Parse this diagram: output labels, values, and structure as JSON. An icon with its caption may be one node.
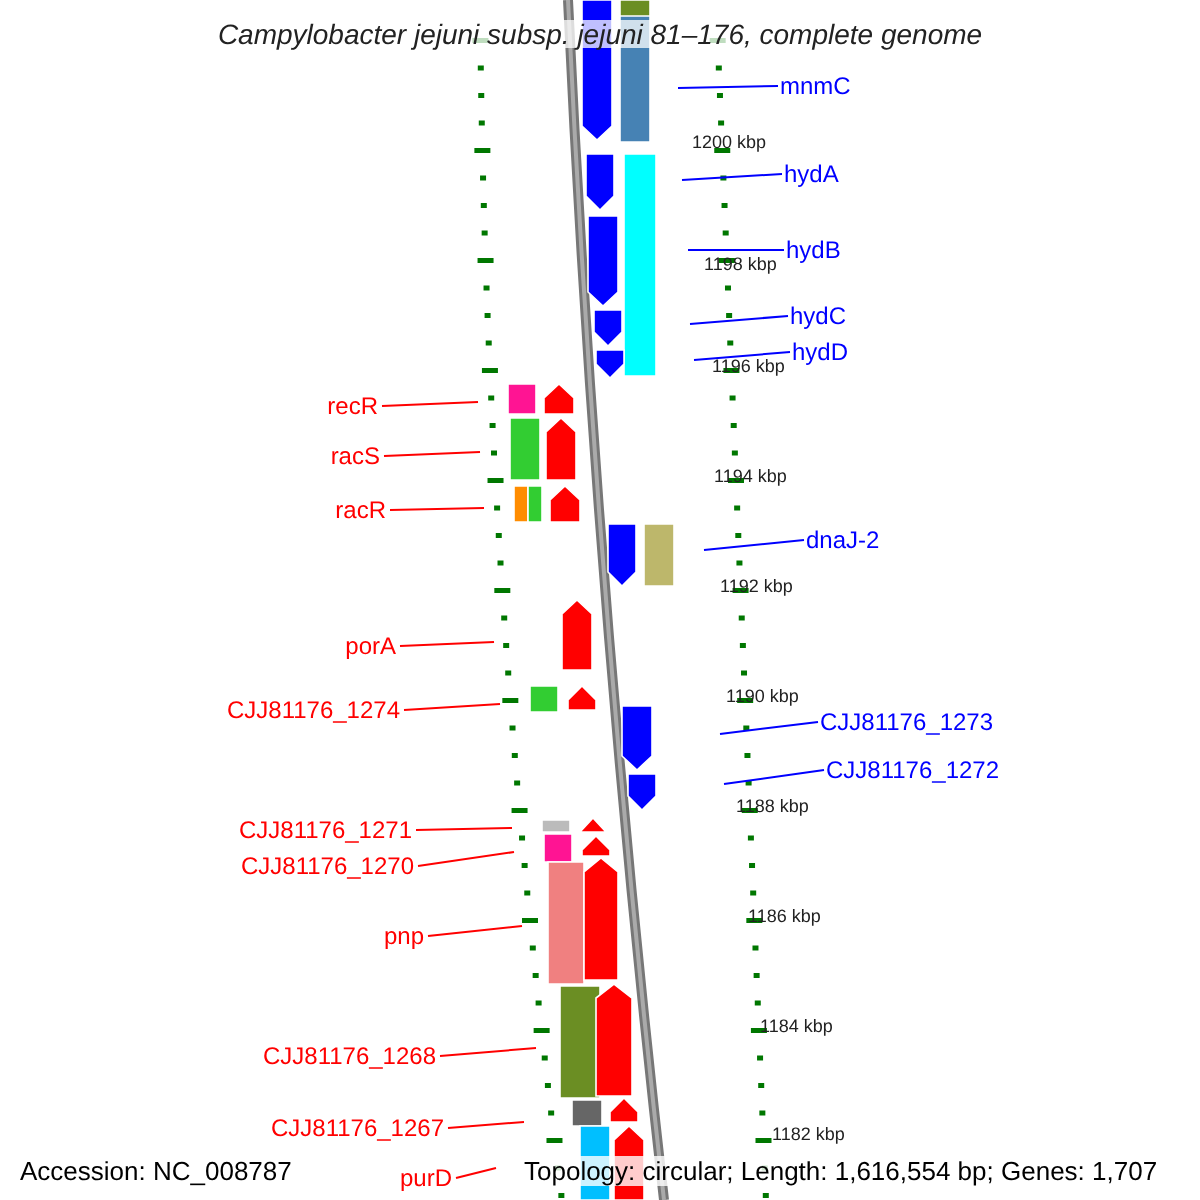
{
  "diagram": {
    "title": "Campylobacter jejuni subsp. jejuni 81–176, complete genome",
    "nodes": [
      {
        "text": [
          "mnmC"
        ]
      },
      {
        "text": [
          "hydA"
        ]
      },
      {
        "text": [
          "hydB"
        ]
      },
      {
        "text": [
          "hydC"
        ]
      },
      {
        "text": [
          "hydD"
        ]
      },
      {
        "text": [
          "recR"
        ]
      },
      {
        "text": [
          "racS"
        ]
      },
      {
        "text": [
          "racR"
        ]
      },
      {
        "text": [
          "dnaJ-2"
        ]
      },
      {
        "text": [
          "porA"
        ]
      },
      {
        "text": [
          "CJJ81176_1274"
        ]
      },
      {
        "text": [
          "CJJ81176_1273"
        ]
      },
      {
        "text": [
          "CJJ81176_1272"
        ]
      },
      {
        "text": [
          "CJJ81176_1271"
        ]
      },
      {
        "text": [
          "CJJ81176_1270"
        ]
      },
      {
        "text": [
          "pnp"
        ]
      },
      {
        "text": [
          "CJJ81176_1268"
        ]
      },
      {
        "text": [
          "CJJ81176_1267"
        ]
      },
      {
        "text": [
          "purD"
        ]
      }
    ],
    "edges": [
      {
        "from": 0,
        "to": null,
        "arrow": "none",
        "color": "#0000ff"
      },
      {
        "from": 1,
        "to": null,
        "arrow": "none",
        "color": "#0000ff"
      },
      {
        "from": 2,
        "to": null,
        "arrow": "none",
        "color": "#0000ff"
      },
      {
        "from": 3,
        "to": null,
        "arrow": "none",
        "color": "#0000ff"
      },
      {
        "from": 4,
        "to": null,
        "arrow": "none",
        "color": "#0000ff"
      },
      {
        "from": 5,
        "to": null,
        "arrow": "none"
      },
      {
        "from": 6,
        "to": null,
        "arrow": "none"
      },
      {
        "from": 7,
        "to": null,
        "arrow": "none"
      },
      {
        "from": 8,
        "to": null,
        "arrow": "none",
        "color": "#0000ff"
      },
      {
        "from": 9,
        "to": null,
        "arrow": "none"
      },
      {
        "from": 10,
        "to": null,
        "arrow": "none"
      },
      {
        "from": 11,
        "to": null,
        "arrow": "none",
        "color": "#0000ff"
      },
      {
        "from": 12,
        "to": null,
        "arrow": "none",
        "color": "#0000ff"
      },
      {
        "from": 13,
        "to": null,
        "arrow": "none"
      },
      {
        "from": 14,
        "to": null,
        "arrow": "none"
      },
      {
        "from": 15,
        "to": null,
        "arrow": "none"
      },
      {
        "from": 16,
        "to": null,
        "arrow": "none"
      },
      {
        "from": 17,
        "to": null,
        "arrow": "none"
      },
      {
        "from": 18,
        "to": null,
        "arrow": "none"
      }
    ],
    "labels": [
      "1200 kbp",
      "1198 kbp",
      "1196 kbp",
      "1194 kbp",
      "1192 kbp",
      "1190 kbp",
      "1188 kbp",
      "1186 kbp",
      "1184 kbp",
      "1182 kbp",
      "Accession: NC_008787",
      "Topology: circular; Length: 1,616,554 bp; Genes: 1,707"
    ]
  }
}
